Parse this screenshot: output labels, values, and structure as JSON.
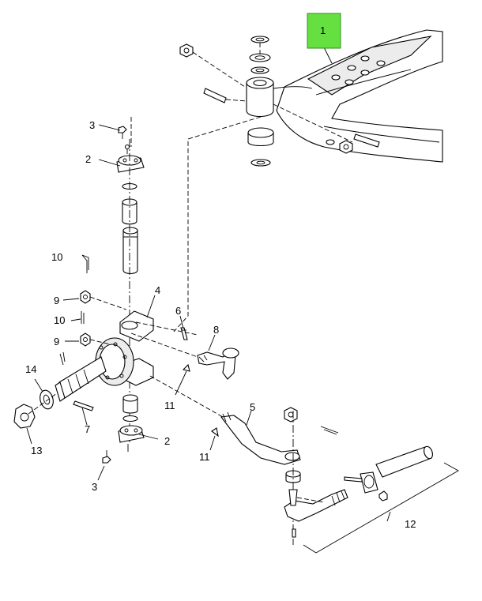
{
  "callouts": {
    "c1": "1",
    "c2a": "2",
    "c2b": "2",
    "c3a": "3",
    "c3b": "3",
    "c4": "4",
    "c5": "5",
    "c6": "6",
    "c7": "7",
    "c8": "8",
    "c9a": "9",
    "c9b": "9",
    "c10a": "10",
    "c10b": "10",
    "c11a": "11",
    "c11b": "11",
    "c12": "12",
    "c13": "13",
    "c14": "14"
  },
  "highlight": {
    "callout": "1",
    "color": "#66e040"
  }
}
